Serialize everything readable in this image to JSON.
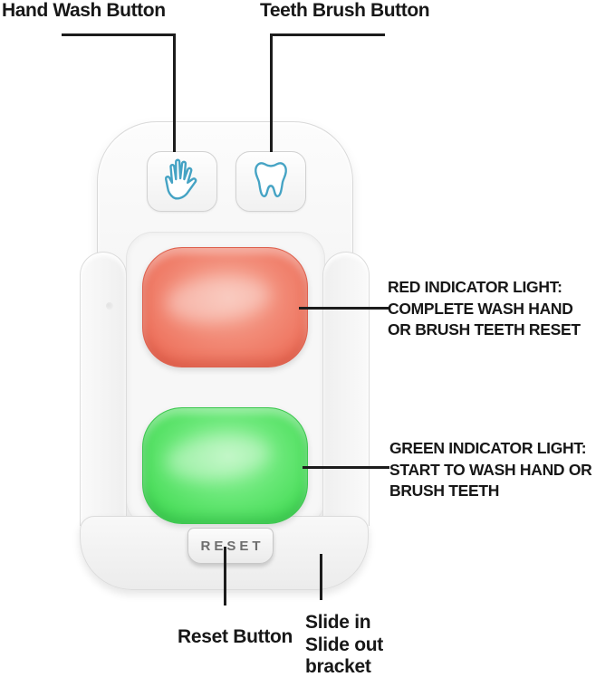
{
  "device": {
    "reset_label": "RESET",
    "hand_icon": "hand-icon",
    "tooth_icon": "tooth-icon"
  },
  "labels": {
    "hand_wash": "Hand Wash Button",
    "teeth_brush": "Teeth Brush Button"
  },
  "annotations": {
    "red": {
      "lines": [
        "RED INDICATOR LIGHT:",
        "COMPLETE WASH HAND",
        "OR BRUSH TEETH RESET"
      ]
    },
    "green": {
      "lines": [
        "GREEN INDICATOR LIGHT:",
        "START TO WASH HAND OR",
        "BRUSH TEETH"
      ]
    },
    "reset": {
      "label": "Reset Button"
    },
    "bracket": {
      "lines": [
        "Slide in",
        "Slide out",
        "bracket"
      ]
    }
  },
  "colors": {
    "red_light": "#ee745f",
    "green_light": "#4fdf5f",
    "icon_teal": "#45a3c4",
    "leader_line": "#1c1c1c",
    "label_text": "#171717"
  }
}
